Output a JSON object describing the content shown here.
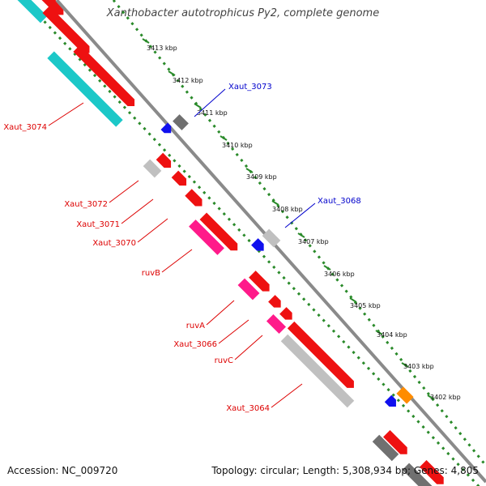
{
  "title": "Xanthobacter autotrophicus Py2, complete genome",
  "footer": {
    "accession": "Accession: NC_009720",
    "summary": "Topology: circular; Length: 5,308,934 bp; Genes: 4,805"
  },
  "colors": {
    "backbone": "#8a8a8a",
    "scale": "#2a8a2a",
    "gene_red": "#ee1111",
    "gene_pink": "#ff1a8a",
    "gene_cyan": "#1cc8c8",
    "gene_gray": "#c0c0c0",
    "gene_darkgray": "#707070",
    "gene_blue": "#1010ee",
    "gene_orange": "#ff8c00",
    "label_red": "#dd0000",
    "label_blue": "#0000cc"
  },
  "ticks": [
    "3413 kbp",
    "3412 kbp",
    "3411 kbp",
    "3410 kbp",
    "3409 kbp",
    "3408 kbp",
    "3407 kbp",
    "3406 kbp",
    "3405 kbp",
    "3404 kbp",
    "3403 kbp",
    "3402 kbp"
  ],
  "labels": {
    "left": [
      "Xaut_3074",
      "Xaut_3072",
      "Xaut_3071",
      "Xaut_3070",
      "ruvB",
      "ruvA",
      "Xaut_3066",
      "ruvC",
      "Xaut_3064"
    ],
    "right": [
      "Xaut_3073",
      "Xaut_3068"
    ]
  }
}
